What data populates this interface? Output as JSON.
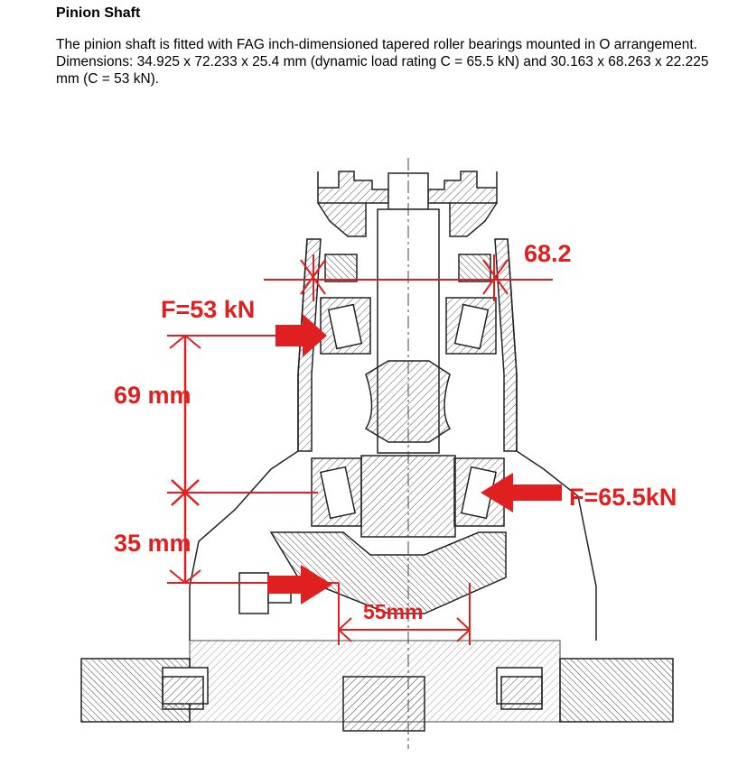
{
  "heading": "Pinion Shaft",
  "description": "The pinion shaft is fitted with FAG inch-dimensioned tapered roller bearings mounted in O arrangement. Dimensions: 34.925 x 72.233 x 25.4 mm (dynamic load rating C = 65.5 kN) and 30.163 x 68.263 x 22.225 mm (C = 53 kN).",
  "annotations": {
    "force_upper": "F=53 kN",
    "force_right": "F=65.5kN",
    "dim_top": "68.2",
    "dim_69": "69 mm",
    "dim_35": "35 mm",
    "dim_55": "55mm"
  },
  "colors": {
    "annotation": "#e02020",
    "drawing": "#222222"
  }
}
